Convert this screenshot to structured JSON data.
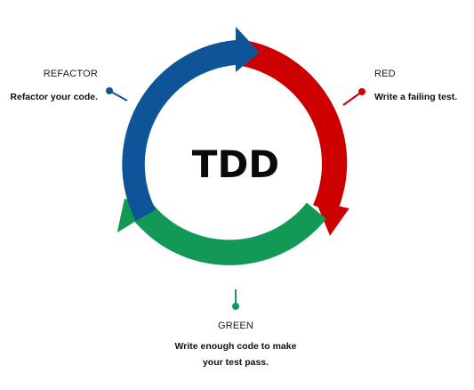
{
  "title": "TDD",
  "stages": {
    "red": {
      "label": "RED",
      "description": "Write a failing test.",
      "color": "#cc0000"
    },
    "green": {
      "label": "GREEN",
      "description_line1": "Write enough code to make",
      "description_line2": "your test pass.",
      "color": "#119955"
    },
    "refactor": {
      "label": "REFACTOR",
      "description": "Refactor your code.",
      "color": "#0d5499"
    }
  }
}
